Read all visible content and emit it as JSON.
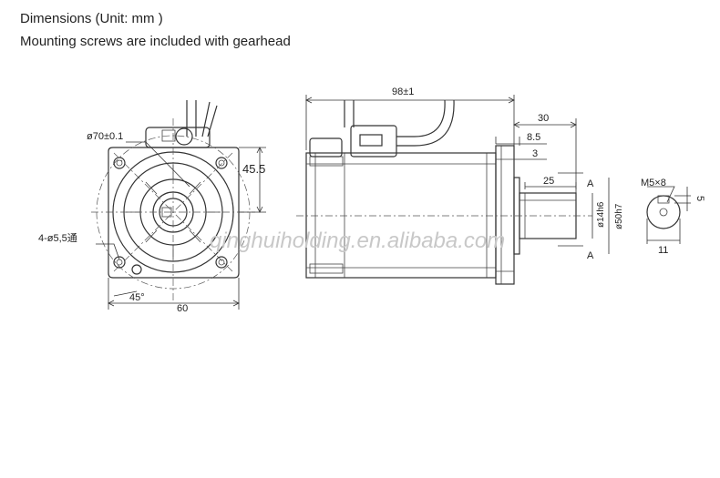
{
  "header": {
    "title": "Dimensions (Unit: mm )",
    "subtitle": "Mounting screws are included with gearhead"
  },
  "front_view": {
    "pcd_label": "ø70±0.1",
    "height_label": "45.5",
    "holes_label": "4-ø5,5通",
    "angle_label": "45°",
    "width_label": "60"
  },
  "side_view": {
    "length_label": "98±1",
    "shaft_len_label": "30",
    "flange_label": "8.5",
    "spigot_label": "3",
    "key_len_label": "25",
    "shaft_dia_label": "ø14h6",
    "spigot_dia_label": "ø50h7",
    "section_top": "A",
    "section_bottom": "A"
  },
  "section_view": {
    "tap_label": "M5×8",
    "key_width_label": "5",
    "key_height_label": "11"
  },
  "watermark": "qinghuiholding.en.alibaba.com"
}
